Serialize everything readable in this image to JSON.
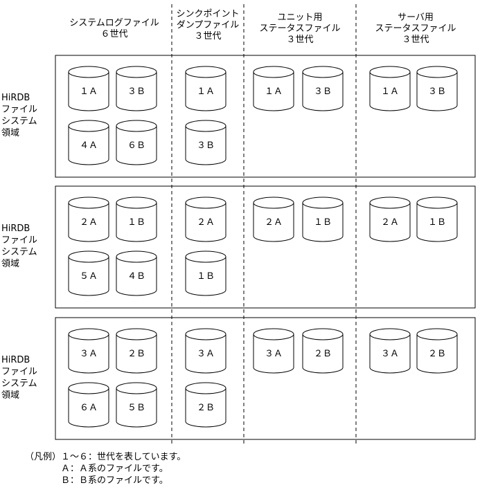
{
  "columns": [
    {
      "lines": [
        "システムログファイル",
        "６世代"
      ]
    },
    {
      "lines": [
        "シンクポイント",
        "ダンプファイル",
        "３世代"
      ]
    },
    {
      "lines": [
        "ユニット用",
        "ステータスファイル",
        "３世代"
      ]
    },
    {
      "lines": [
        "サーバ用",
        "ステータスファイル",
        "３世代"
      ]
    }
  ],
  "sections": [
    {
      "label": [
        "HiRDB",
        "ファイル",
        "システム",
        "領域"
      ],
      "syslog": [
        "１Ａ",
        "３Ｂ",
        "４Ａ",
        "６Ｂ"
      ],
      "sync": [
        "１Ａ",
        "３Ｂ"
      ],
      "unit": [
        "１Ａ",
        "３Ｂ"
      ],
      "server": [
        "１Ａ",
        "３Ｂ"
      ]
    },
    {
      "label": [
        "HiRDB",
        "ファイル",
        "システム",
        "領域"
      ],
      "syslog": [
        "２Ａ",
        "１Ｂ",
        "５Ａ",
        "４Ｂ"
      ],
      "sync": [
        "２Ａ",
        "１Ｂ"
      ],
      "unit": [
        "２Ａ",
        "１Ｂ"
      ],
      "server": [
        "２Ａ",
        "１Ｂ"
      ]
    },
    {
      "label": [
        "HiRDB",
        "ファイル",
        "システム",
        "領域"
      ],
      "syslog": [
        "３Ａ",
        "２Ｂ",
        "６Ａ",
        "５Ｂ"
      ],
      "sync": [
        "３Ａ",
        "２Ｂ"
      ],
      "unit": [
        "３Ａ",
        "２Ｂ"
      ],
      "server": [
        "３Ａ",
        "２Ｂ"
      ]
    }
  ],
  "legend": {
    "title": "（凡例）",
    "lines": [
      "１～６：世代を表しています。",
      "Ａ：Ａ系のファイルです。",
      "Ｂ：Ｂ系のファイルです。"
    ]
  }
}
